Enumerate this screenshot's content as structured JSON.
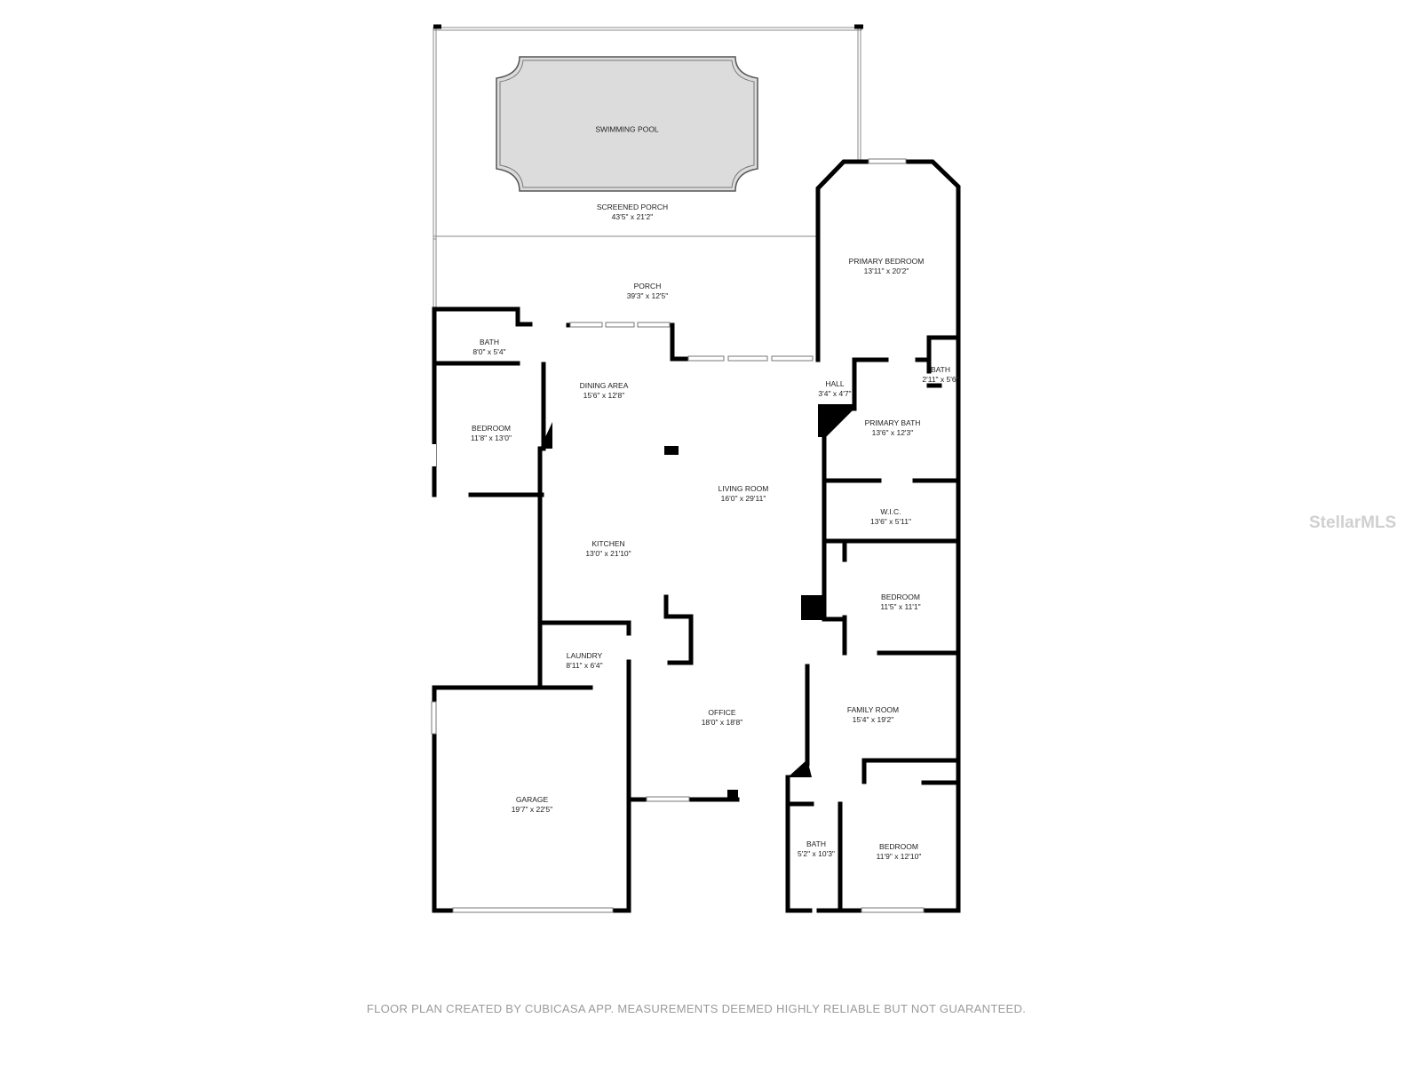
{
  "rooms": [
    {
      "id": "swimming-pool",
      "name": "SWIMMING POOL",
      "size": ""
    },
    {
      "id": "screened-porch",
      "name": "SCREENED PORCH",
      "size": "43'5\" x 21'2\""
    },
    {
      "id": "porch",
      "name": "PORCH",
      "size": "39'3\" x 12'5\""
    },
    {
      "id": "primary-bedroom",
      "name": "PRIMARY BEDROOM",
      "size": "13'11\" x 20'2\""
    },
    {
      "id": "bath-1",
      "name": "BATH",
      "size": "8'0\" x 5'4\""
    },
    {
      "id": "dining-area",
      "name": "DINING AREA",
      "size": "15'6\" x 12'8\""
    },
    {
      "id": "hall",
      "name": "HALL",
      "size": "3'4\" x 4'7\""
    },
    {
      "id": "bath-2",
      "name": "BATH",
      "size": "2'11\" x 5'6\""
    },
    {
      "id": "bedroom-1",
      "name": "BEDROOM",
      "size": "11'8\" x 13'0\""
    },
    {
      "id": "primary-bath",
      "name": "PRIMARY BATH",
      "size": "13'6\" x 12'3\""
    },
    {
      "id": "living-room",
      "name": "LIVING ROOM",
      "size": "16'0\" x 29'11\""
    },
    {
      "id": "wic",
      "name": "W.I.C.",
      "size": "13'6\" x 5'11\""
    },
    {
      "id": "kitchen",
      "name": "KITCHEN",
      "size": "13'0\" x 21'10\""
    },
    {
      "id": "bedroom-2",
      "name": "BEDROOM",
      "size": "11'5\" x 11'1\""
    },
    {
      "id": "laundry",
      "name": "LAUNDRY",
      "size": "8'11\" x 6'4\""
    },
    {
      "id": "family-room",
      "name": "FAMILY ROOM",
      "size": "15'4\" x 19'2\""
    },
    {
      "id": "office",
      "name": "OFFICE",
      "size": "18'0\" x 18'8\""
    },
    {
      "id": "garage",
      "name": "GARAGE",
      "size": "19'7\" x 22'5\""
    },
    {
      "id": "bath-3",
      "name": "BATH",
      "size": "5'2\" x 10'3\""
    },
    {
      "id": "bedroom-3",
      "name": "BEDROOM",
      "size": "11'9\" x 12'10\""
    }
  ],
  "watermark": "StellarMLS",
  "footer": "FLOOR PLAN CREATED BY CUBICASA APP. MEASUREMENTS DEEMED HIGHLY RELIABLE BUT NOT GUARANTEED.",
  "colors": {
    "wall": "#000000",
    "pool": "#dcdcdc",
    "footer": "#9a9a9a"
  }
}
